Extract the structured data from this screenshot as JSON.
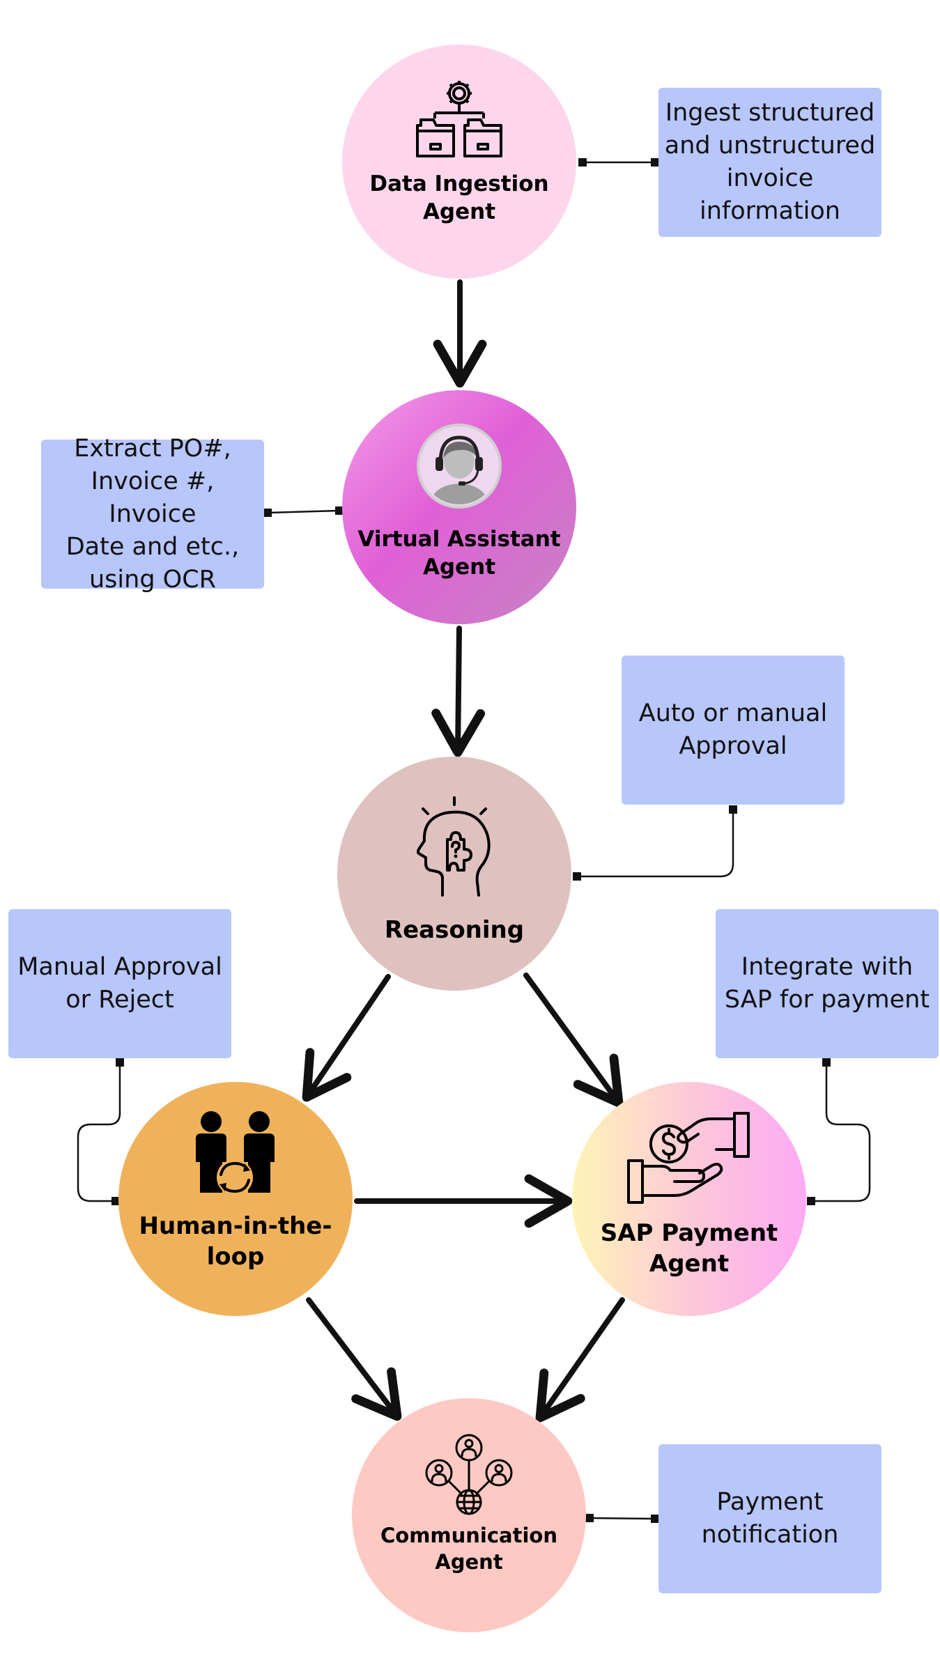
{
  "nodes": {
    "ingest": {
      "label_line1": "Data Ingestion",
      "label_line2": "Agent",
      "icon": "gear-folders-icon",
      "color": "#fdd6ec"
    },
    "virtual_assistant": {
      "label_line1": "Virtual Assistant",
      "label_line2": "Agent",
      "icon": "headset-agent-icon",
      "color": "#e060d6"
    },
    "reasoning": {
      "label_line1": "Reasoning",
      "icon": "head-puzzle-icon",
      "color": "#dfc2bf"
    },
    "human": {
      "label_line1": "Human-in-the-",
      "label_line2": "loop",
      "icon": "people-cycle-icon",
      "color": "#efb25b"
    },
    "sap": {
      "label_line1": "SAP Payment",
      "label_line2": "Agent",
      "icon": "hand-coin-icon",
      "color": "#fcaaf3"
    },
    "communication": {
      "label_line1": "Communication",
      "label_line2": "Agent",
      "icon": "network-people-icon",
      "color": "#fec9c3"
    }
  },
  "notes": {
    "ingest": [
      "Ingest structured",
      "and unstructured",
      "invoice",
      "information"
    ],
    "extract": [
      "Extract PO#,",
      "Invoice #, Invoice",
      "Date and etc.,",
      "using OCR"
    ],
    "approval": [
      "Auto or manual",
      "Approval"
    ],
    "manual": [
      "Manual Approval",
      "or Reject"
    ],
    "integrate": [
      "Integrate with",
      "SAP for payment"
    ],
    "payment": [
      "Payment",
      "notification"
    ]
  },
  "colors": {
    "note_bg": "#b7c6fb",
    "arrow": "#111111"
  }
}
